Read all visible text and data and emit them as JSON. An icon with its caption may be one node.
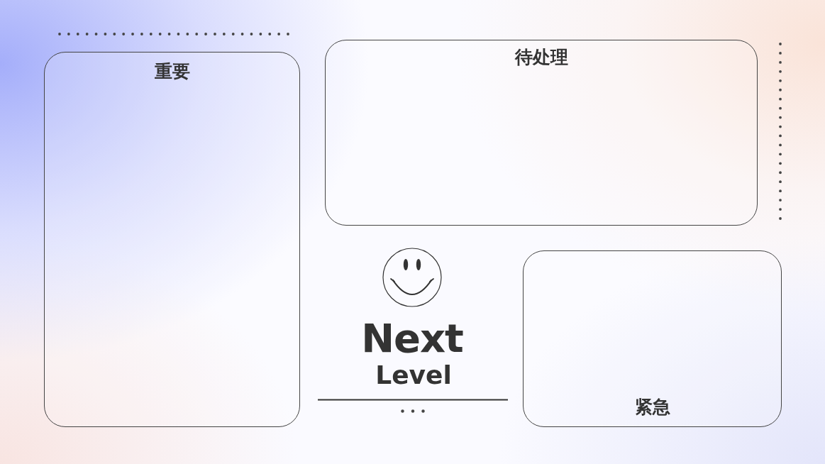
{
  "diagram": {
    "nodes": [
      {
        "text": [
          "重要"
        ]
      },
      {
        "text": [
          "待处理"
        ]
      },
      {
        "text": [
          "紧急"
        ]
      }
    ],
    "labels": [
      "Next",
      "Level"
    ]
  }
}
